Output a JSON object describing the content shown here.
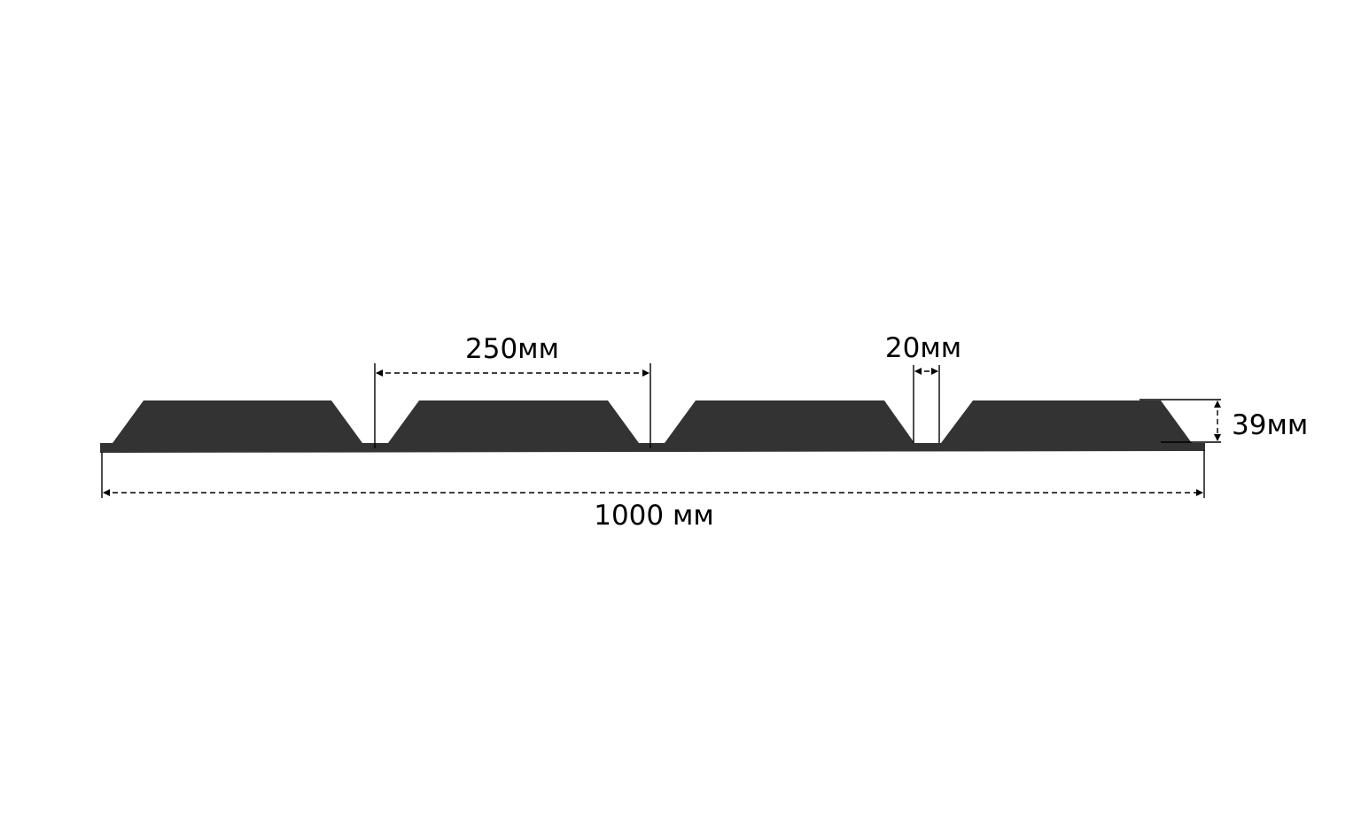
{
  "colors": {
    "profile_fill": "#333333",
    "dimension_line": "#000000",
    "background": "#ffffff"
  },
  "dimensions": {
    "rib_spacing": "250мм",
    "gap_width": "20мм",
    "height": "39мм",
    "total_length": "1000 мм"
  }
}
